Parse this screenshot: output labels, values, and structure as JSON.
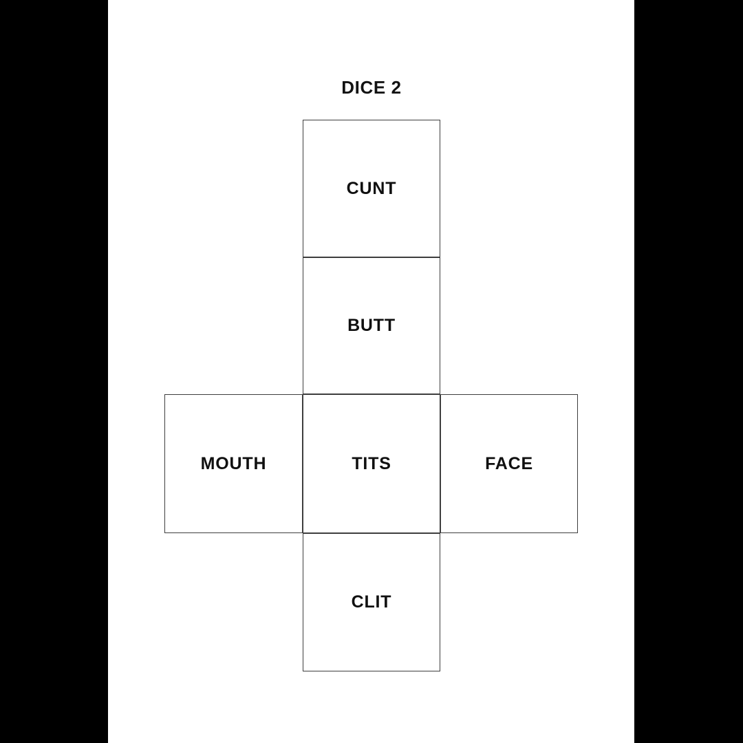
{
  "page": {
    "title": "DICE 2",
    "background_color": "#ffffff",
    "letterbox_color": "#000000",
    "border_color": "#3d3d3d",
    "text_color": "#101010"
  },
  "dice_net": {
    "type": "cube-net-cross",
    "faces": [
      {
        "id": "cunt",
        "label": "CUNT",
        "position": "top"
      },
      {
        "id": "butt",
        "label": "BUTT",
        "position": "upper-middle"
      },
      {
        "id": "mouth",
        "label": "MOUTH",
        "position": "left"
      },
      {
        "id": "tits",
        "label": "TITS",
        "position": "center"
      },
      {
        "id": "face",
        "label": "FACE",
        "position": "right"
      },
      {
        "id": "clit",
        "label": "CLIT",
        "position": "bottom"
      }
    ]
  }
}
